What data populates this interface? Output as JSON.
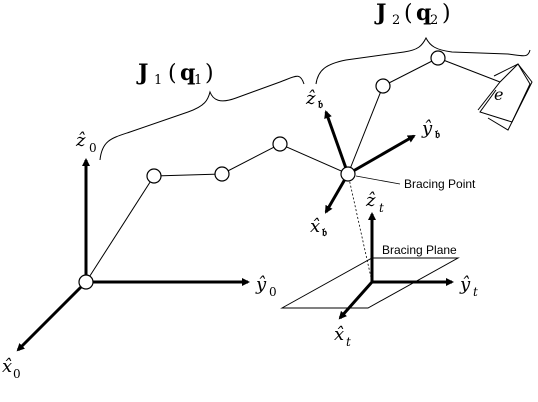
{
  "labels": {
    "j1_bold": "J",
    "j1_sub": "1",
    "j1_q": "q",
    "j1_q_sub": "1",
    "j2_bold": "J",
    "j2_sub": "2",
    "j2_q": "q",
    "j2_q_sub": "2",
    "base_z": "ẑ",
    "base_z_sub": "0",
    "base_y": "ŷ",
    "base_y_sub": "0",
    "base_x": "x̂",
    "base_x_sub": "0",
    "brace_z": "ẑ",
    "brace_z_sub": "𝔟",
    "brace_y": "ŷ",
    "brace_y_sub": "𝔟",
    "brace_x": "x̂",
    "brace_x_sub": "𝔟",
    "target_z": "ẑ",
    "target_z_sub": "t",
    "target_y": "ŷ",
    "target_y_sub": "t",
    "target_x": "x̂",
    "target_x_sub": "t",
    "effector": "e",
    "bracing_point": "Bracing Point",
    "bracing_plane": "Bracing Plane",
    "paren_open": "(",
    "paren_close": ")"
  }
}
